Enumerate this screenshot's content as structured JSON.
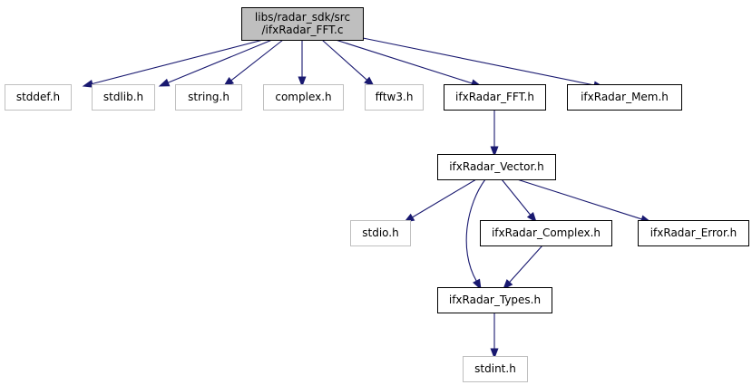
{
  "graph": {
    "edge_color": "#191970",
    "root_fill": "#bfbfbf",
    "system_border": "#bfbfbf",
    "local_border": "#000000",
    "nodes": [
      {
        "id": "root",
        "kind": "root",
        "lines": [
          "libs/radar_sdk/src",
          "/ifxRadar_FFT.c"
        ]
      },
      {
        "id": "stddef",
        "kind": "system",
        "lines": [
          "stddef.h"
        ]
      },
      {
        "id": "stdlib",
        "kind": "system",
        "lines": [
          "stdlib.h"
        ]
      },
      {
        "id": "string",
        "kind": "system",
        "lines": [
          "string.h"
        ]
      },
      {
        "id": "complex",
        "kind": "system",
        "lines": [
          "complex.h"
        ]
      },
      {
        "id": "fftw3",
        "kind": "system",
        "lines": [
          "fftw3.h"
        ]
      },
      {
        "id": "fft_h",
        "kind": "local",
        "lines": [
          "ifxRadar_FFT.h"
        ]
      },
      {
        "id": "mem_h",
        "kind": "local",
        "lines": [
          "ifxRadar_Mem.h"
        ]
      },
      {
        "id": "vector_h",
        "kind": "local",
        "lines": [
          "ifxRadar_Vector.h"
        ]
      },
      {
        "id": "stdio",
        "kind": "system",
        "lines": [
          "stdio.h"
        ]
      },
      {
        "id": "complex_h",
        "kind": "local",
        "lines": [
          "ifxRadar_Complex.h"
        ]
      },
      {
        "id": "error_h",
        "kind": "local",
        "lines": [
          "ifxRadar_Error.h"
        ]
      },
      {
        "id": "types_h",
        "kind": "local",
        "lines": [
          "ifxRadar_Types.h"
        ]
      },
      {
        "id": "stdint",
        "kind": "system",
        "lines": [
          "stdint.h"
        ]
      }
    ],
    "edges": [
      {
        "from": "root",
        "to": "stddef"
      },
      {
        "from": "root",
        "to": "stdlib"
      },
      {
        "from": "root",
        "to": "string"
      },
      {
        "from": "root",
        "to": "complex"
      },
      {
        "from": "root",
        "to": "fftw3"
      },
      {
        "from": "root",
        "to": "fft_h"
      },
      {
        "from": "root",
        "to": "mem_h"
      },
      {
        "from": "fft_h",
        "to": "vector_h"
      },
      {
        "from": "vector_h",
        "to": "stdio"
      },
      {
        "from": "vector_h",
        "to": "types_h",
        "curve": true
      },
      {
        "from": "vector_h",
        "to": "complex_h"
      },
      {
        "from": "vector_h",
        "to": "error_h"
      },
      {
        "from": "complex_h",
        "to": "types_h"
      },
      {
        "from": "types_h",
        "to": "stdint"
      }
    ]
  }
}
